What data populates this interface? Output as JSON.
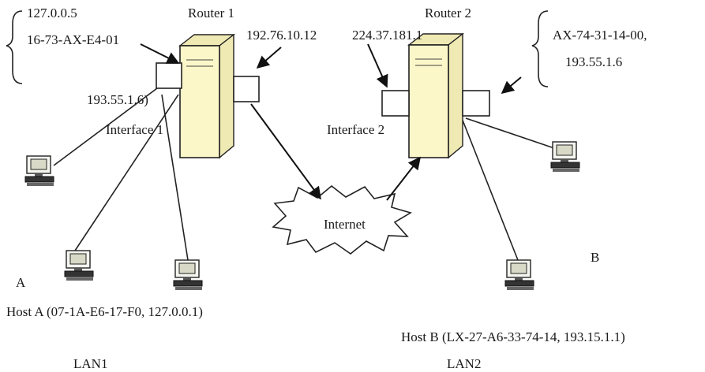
{
  "router1": {
    "title": "Router 1",
    "brace_lines": [
      "127.0.0.5",
      "16-73-AX-E4-01"
    ],
    "ip_right": "192.76.10.12",
    "ip_left": "193.55.1.6)",
    "interface_label": "Interface 1"
  },
  "router2": {
    "title": "Router 2",
    "ip_left": "224.37.181.1",
    "brace_lines": [
      "AX-74-31-14-00,",
      "193.55.1.6"
    ],
    "interface_label": "Interface 2"
  },
  "internet": {
    "label": "Internet"
  },
  "host_a": {
    "marker": "A",
    "label": "Host A (07-1A-E6-17-F0,  127.0.0.1)"
  },
  "host_b": {
    "marker": "B",
    "label": "Host B (LX-27-A6-33-74-14,  193.15.1.1)"
  },
  "lan1": {
    "label": "LAN1"
  },
  "lan2": {
    "label": "LAN2"
  },
  "colors": {
    "router_fill": "#fbf7c9",
    "line": "#222222",
    "background": "#ffffff"
  },
  "icons": [
    "router-tower-icon",
    "computer-icon",
    "cloud-icon",
    "brace-icon",
    "arrow-icon"
  ]
}
